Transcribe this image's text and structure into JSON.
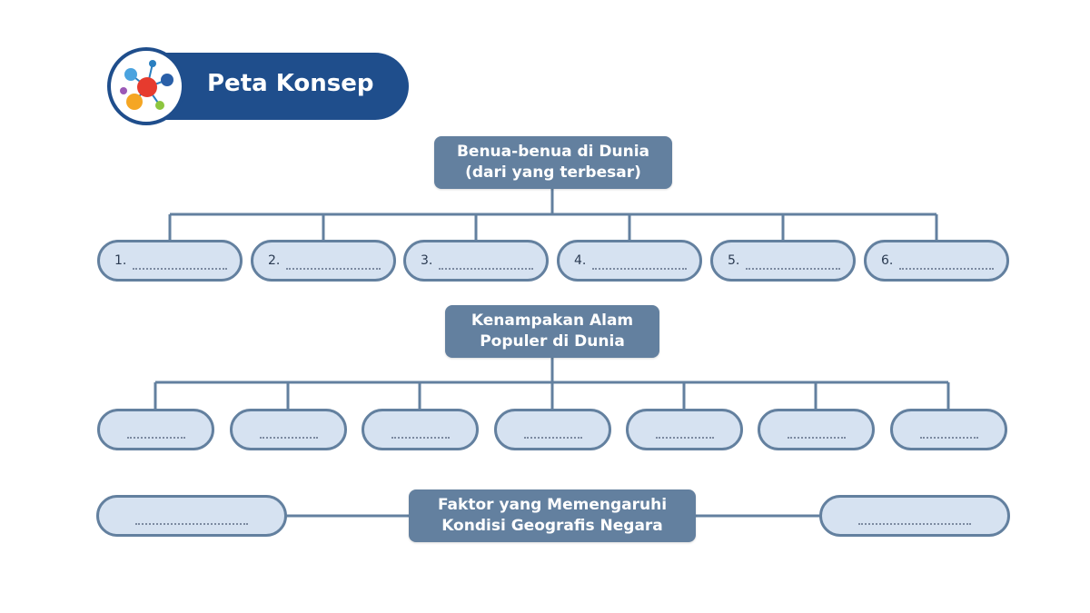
{
  "banner": {
    "title": "Peta Konsep",
    "icon": "molecule-network-icon"
  },
  "colors": {
    "banner": "#1f4e8c",
    "header_box": "#63809f",
    "pill_fill": "#d6e2f1",
    "pill_border": "#63809f"
  },
  "section1": {
    "line1": "Benua-benua di Dunia",
    "line2": "(dari yang terbesar)",
    "items": [
      "1.",
      "2.",
      "3.",
      "4.",
      "5.",
      "6."
    ]
  },
  "section2": {
    "line1": "Kenampakan Alam",
    "line2": "Populer di Dunia"
  },
  "section3": {
    "line1": "Faktor yang Memengaruhi",
    "line2": "Kondisi Geografis Negara"
  }
}
